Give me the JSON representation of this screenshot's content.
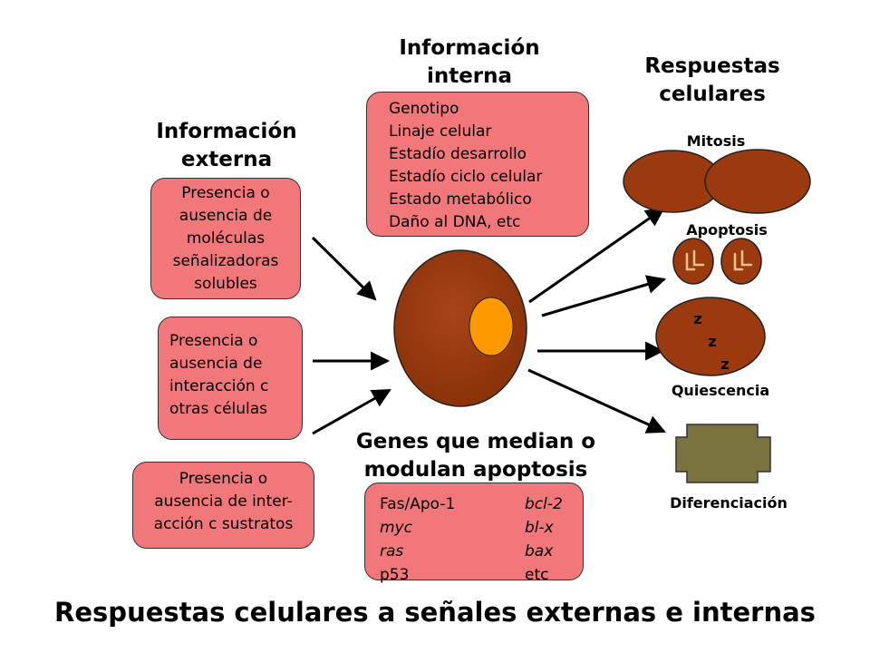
{
  "headings": {
    "internal": [
      "Información",
      "interna"
    ],
    "responses": [
      "Respuestas",
      "celulares"
    ],
    "external": [
      "Información",
      "externa"
    ],
    "genes": [
      "Genes que median o",
      "modulan apoptosis"
    ]
  },
  "internal_box": [
    "Genotipo",
    "Linaje celular",
    "Estadío desarrollo",
    "Estadío ciclo celular",
    "Estado metabólico",
    "Daño al DNA, etc"
  ],
  "external_boxes": [
    [
      "Presencia o",
      "ausencia de",
      "moléculas",
      "señalizadoras",
      "solubles"
    ],
    [
      "Presencia o",
      "ausencia de",
      "interacción c",
      "otras células"
    ],
    [
      "Presencia o",
      "ausencia de inter-",
      "acción c sustratos"
    ]
  ],
  "genes_table": {
    "rows": [
      {
        "left": "Fas/Apo-1",
        "right": "bcl-2"
      },
      {
        "left": "myc",
        "right": "bl-x"
      },
      {
        "left": "ras",
        "right": "bax"
      },
      {
        "left": "p53",
        "right": "etc"
      }
    ]
  },
  "responses": {
    "mitosis": "Mitosis",
    "apoptosis": "Apoptosis",
    "quiescence": "Quiescencia",
    "quiescence_z": [
      "z",
      "z",
      "z"
    ],
    "differentiation": "Diferenciación"
  },
  "title": "Respuestas celulares a señales externas e internas",
  "colors": {
    "box_fill": "#f2777a",
    "cell_fill": "#9b3a0e",
    "nucleus_fill": "#ff9900",
    "diff_fill": "#7a7340"
  }
}
